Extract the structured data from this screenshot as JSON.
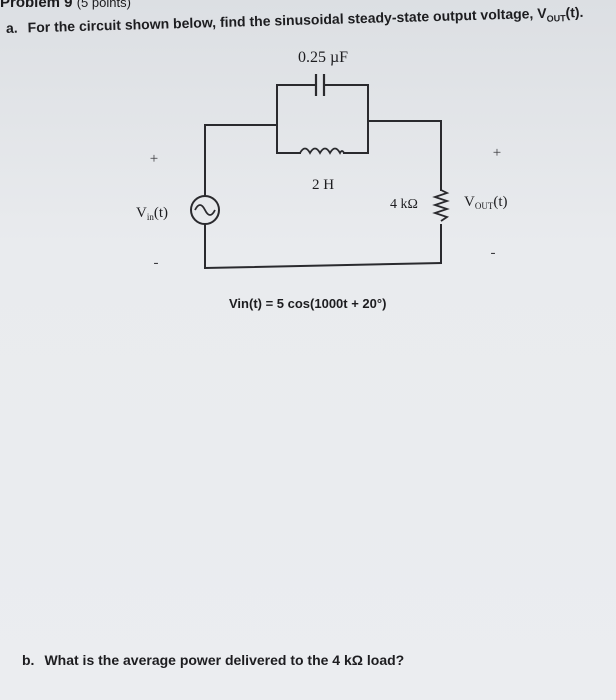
{
  "header": {
    "problem": "Problem 9",
    "points": "(5 points)"
  },
  "question_a": {
    "label": "a.",
    "text": "For the circuit shown below, find the sinusoidal steady-state output voltage, V",
    "vout_sub": "OUT",
    "vout_tail": "(t)."
  },
  "circuit": {
    "capacitor_label": "0.25 µF",
    "inductor_label": "2 H",
    "resistor_label": "4 kΩ",
    "vin_main": "V",
    "vin_sub": "in",
    "vin_tail": "(t)",
    "vout_main": "V",
    "vout_sub": "OUT",
    "vout_tail": "(t)",
    "plus_left": "+",
    "minus_left": "-",
    "plus_right": "+",
    "minus_right": "-"
  },
  "equation": "Vin(t) = 5 cos(1000t + 20°)",
  "question_b": {
    "label": "b.",
    "text": "What is the average power delivered to the 4 kΩ load?"
  }
}
